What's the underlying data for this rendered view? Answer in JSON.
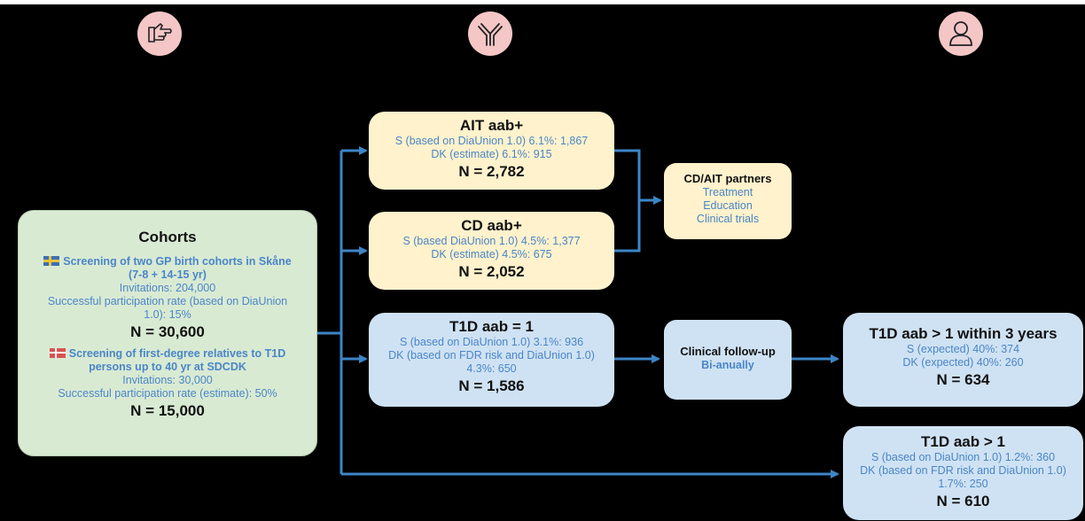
{
  "colors": {
    "background": "#000000",
    "arrow": "#3d85c6",
    "icon_circle": "#f4c6c6",
    "cohort_box": "#d9ead3",
    "aab_box": "#fff2cc",
    "t1d_box": "#cfe2f3",
    "detail_text": "#4a86c8"
  },
  "icons": [
    "hand-pointing-icon",
    "antibody-icon",
    "person-icon"
  ],
  "cohorts": {
    "title": "Cohorts",
    "se_screening": "Screening of two GP birth cohorts in Skåne (7-8 + 14-15 yr)",
    "se_invitations": "Invitations: 204,000",
    "se_participation": "Successful participation rate (based on DiaUnion 1.0): 15%",
    "se_total": "N = 30,600",
    "dk_screening": "Screening of first-degree relatives to T1D persons up to 40 yr at SDCDK",
    "dk_invitations": "Invitations: 30,000",
    "dk_participation": "Successful participation rate (estimate): 50%",
    "dk_total": "N = 15,000"
  },
  "ait": {
    "title": "AIT aab+",
    "s_line": "S (based on DiaUnion 1.0) 6.1%: 1,867",
    "dk_line": "DK (estimate) 6.1%: 915",
    "total": "N = 2,782"
  },
  "cd": {
    "title": "CD aab+",
    "s_line": "S (based  DiaUnion 1.0) 4.5%: 1,377",
    "dk_line": "DK (estimate) 4.5%: 675",
    "total": "N = 2,052"
  },
  "partners": {
    "title": "CD/AIT partners",
    "items": [
      "Treatment",
      "Education",
      "Clinical trials"
    ]
  },
  "t1d_eq1": {
    "title": "T1D aab = 1",
    "s_line": "S (based on DiaUnion 1.0) 3.1%: 936",
    "dk_line": "DK (based on FDR risk and DiaUnion 1.0) 4.3%: 650",
    "total": "N = 1,586"
  },
  "followup": {
    "title": "Clinical follow-up",
    "frequency": "Bi-anually"
  },
  "t1d_within3": {
    "title": "T1D aab > 1 within 3 years",
    "s_line": "S (expected) 40%: 374",
    "dk_line": "DK (expected) 40%: 260",
    "total": "N = 634"
  },
  "t1d_gt1": {
    "title": "T1D aab > 1",
    "s_line": "S (based on DiaUnion 1.0) 1.2%: 360",
    "dk_line": "DK (based on FDR risk and DiaUnion 1.0) 1.7%: 250",
    "total": "N = 610"
  }
}
